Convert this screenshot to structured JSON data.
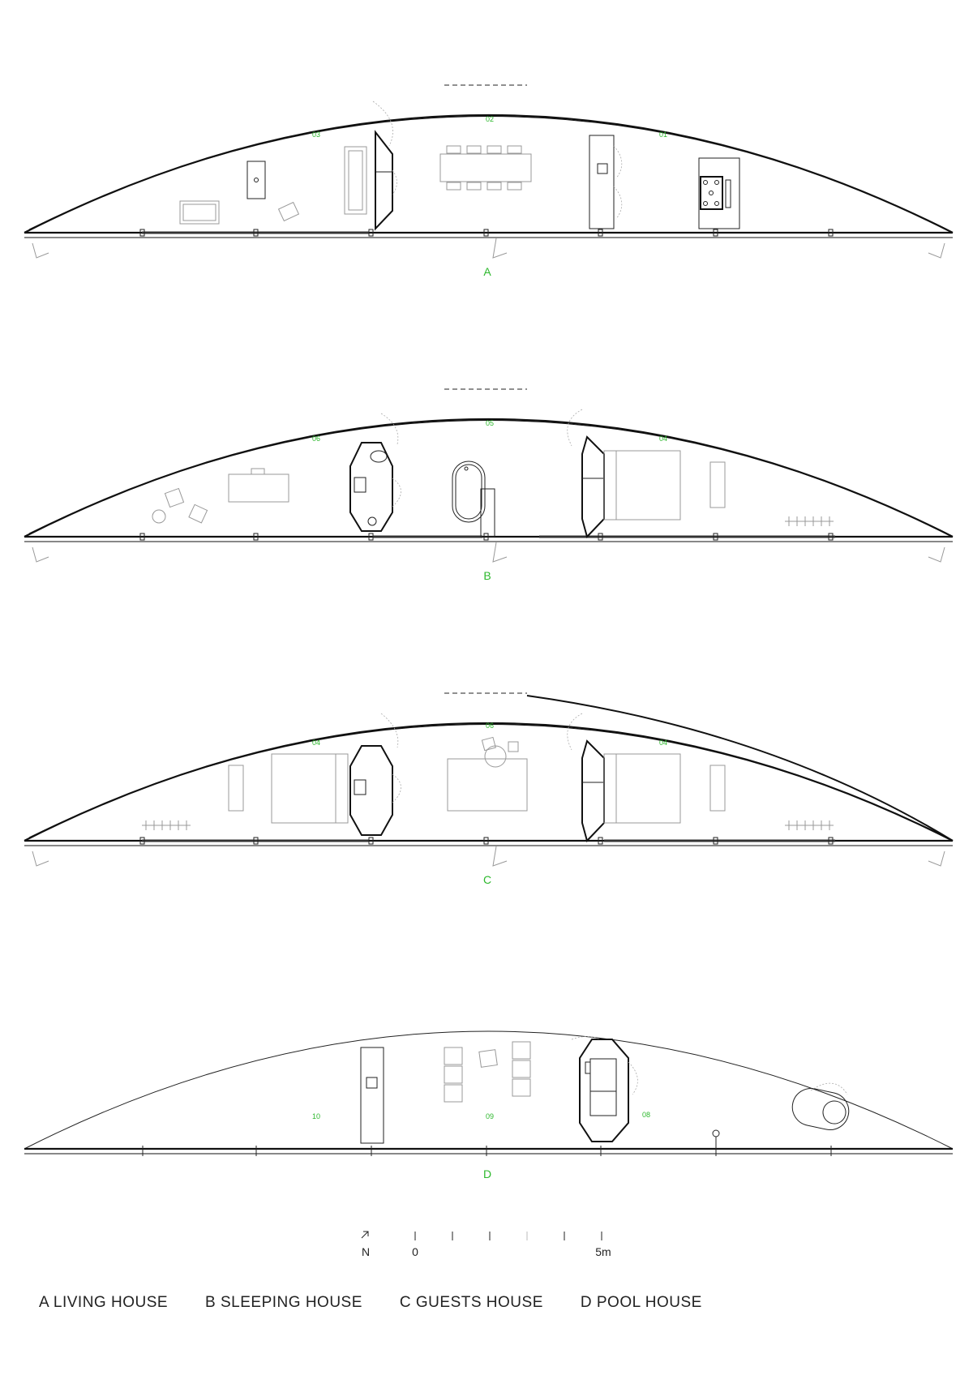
{
  "plans": [
    {
      "id": "A",
      "letter": "A",
      "rooms": [
        "03",
        "02",
        "01"
      ]
    },
    {
      "id": "B",
      "letter": "B",
      "rooms": [
        "06",
        "05",
        "04"
      ]
    },
    {
      "id": "C",
      "letter": "C",
      "rooms": [
        "04",
        "06",
        "04"
      ]
    },
    {
      "id": "D",
      "letter": "D",
      "rooms": [
        "10",
        "09",
        "08"
      ]
    }
  ],
  "scale": {
    "north": "N",
    "zero": "0",
    "end": "5m"
  },
  "legend": {
    "a": "A LIVING HOUSE",
    "b": "B SLEEPING HOUSE",
    "c": "C GUESTS HOUSE",
    "d": "D POOL HOUSE"
  }
}
